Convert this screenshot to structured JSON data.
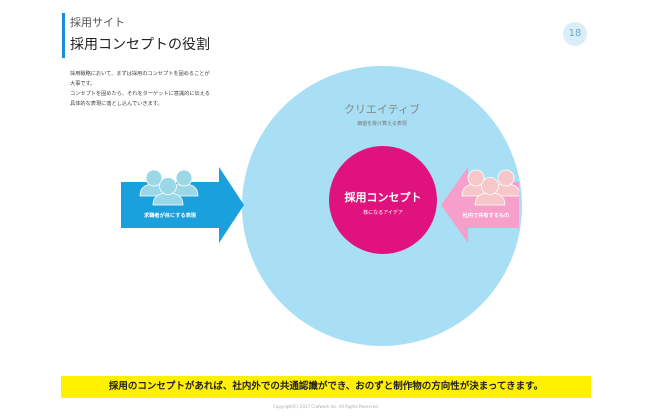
{
  "header": {
    "subtitle": "採用サイト",
    "title": "採用コンセプトの役割",
    "page_number": "18"
  },
  "intro": {
    "line1": "採用戦略において、まずは採用のコンセプトを固めることが",
    "line2": "大事です。",
    "line3": "コンセプトを固めたら、それをターゲットに意識的に伝える",
    "line4": "具体的な表現に落とし込んでいきます。"
  },
  "diagram": {
    "outer_title": "クリエイティブ",
    "outer_sub": "価値を掛け算える表現",
    "inner_title": "採用コンセプト",
    "inner_sub": "核になるアイデア",
    "left_arrow": "求職者が目にする表現",
    "right_arrow": "社内で共有するもの",
    "colors": {
      "outer": "#a8dff5",
      "inner": "#e0137e",
      "left": "#1aa0dc",
      "right": "#f59fca"
    }
  },
  "banner": "採用のコンセプトがあれば、社内外での共通認識ができ、おのずと制作物の方向性が決まってきます。",
  "copyright": "Copyright(C) 2017 Crafwork Inc. All Rights Reserved."
}
